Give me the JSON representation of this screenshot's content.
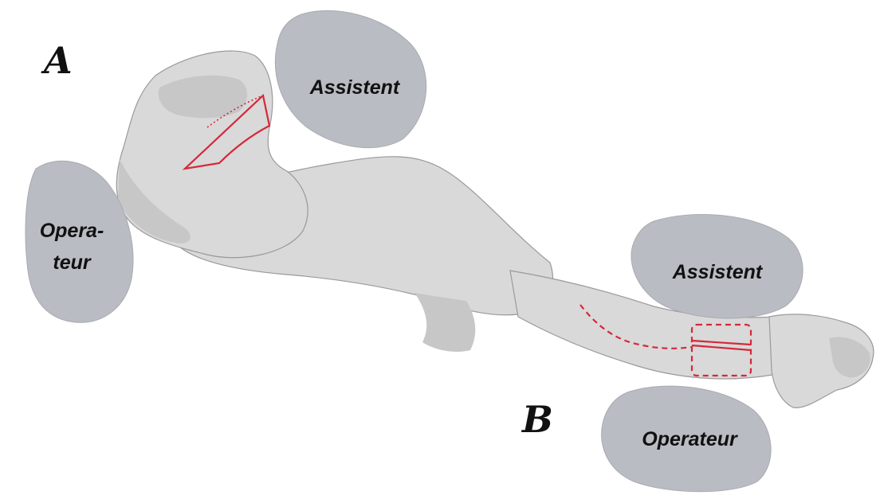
{
  "panels": {
    "a": "A",
    "b": "B"
  },
  "pads": {
    "assistant_a": "Assistent",
    "operator_a_line1": "Opera-",
    "operator_a_line2": "teur",
    "assistant_b": "Assistent",
    "operator_b": "Operateur"
  },
  "colors": {
    "pad_fill": "#b9bcc2",
    "incision": "#d6283a",
    "skin": "#d9d9d9"
  }
}
